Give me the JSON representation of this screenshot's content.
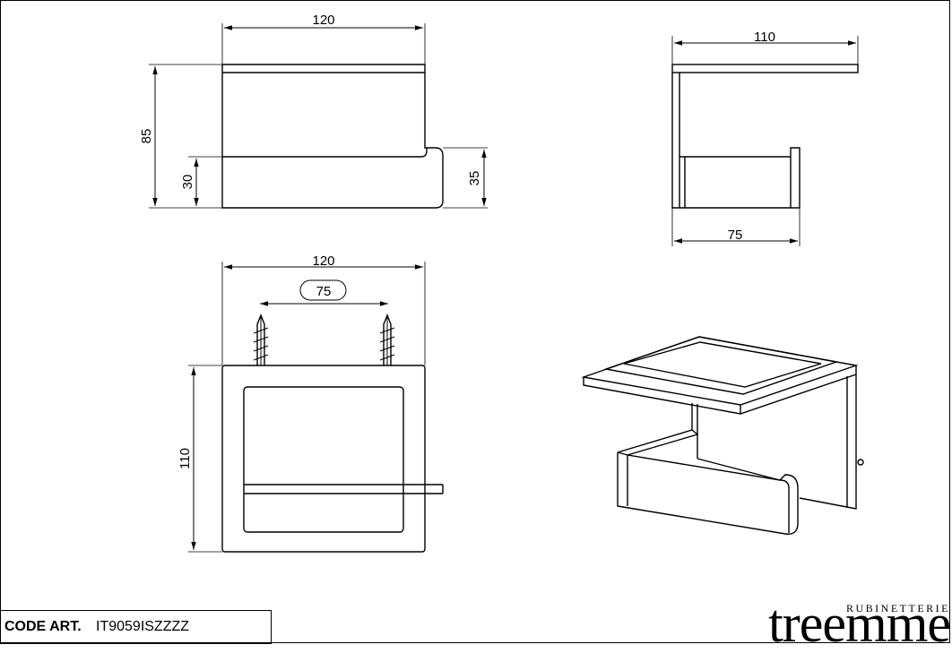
{
  "drawing": {
    "front_view": {
      "width_label": "120",
      "height_label": "85",
      "lower_height_label": "30",
      "arm_height_label": "35"
    },
    "side_view": {
      "top_width_label": "110",
      "bottom_width_label": "75"
    },
    "rear_view": {
      "width_label": "120",
      "hole_spacing_label": "75",
      "height_label": "110"
    }
  },
  "title_block": {
    "code_label": "CODE ART.",
    "code_value": "IT9059ISZZZZ"
  },
  "brand": {
    "subtitle": "RUBINETTERIE",
    "name": "treemme"
  }
}
